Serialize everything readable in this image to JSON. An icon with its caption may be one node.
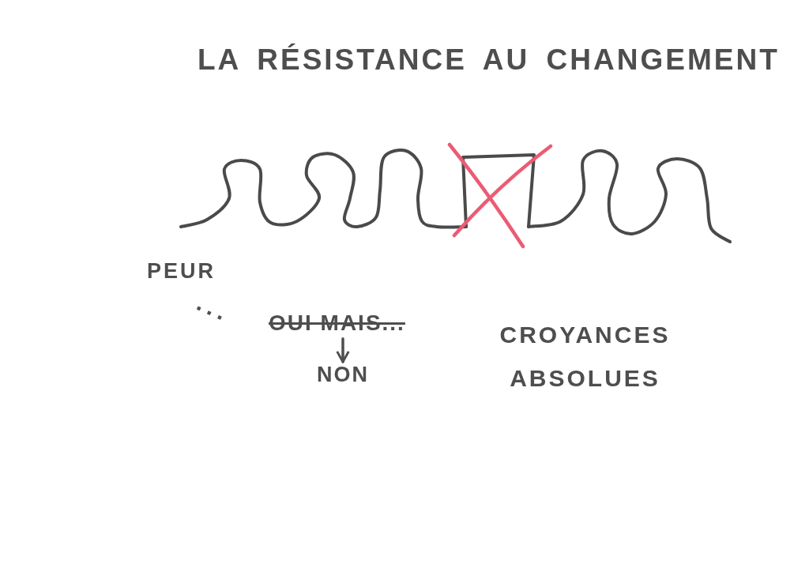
{
  "diagram": {
    "title": "LA RÉSISTANCE AU CHANGEMENT",
    "nodes": [
      {
        "text": [
          "OUI MAIS..."
        ]
      },
      {
        "text": [
          "NON"
        ]
      }
    ],
    "edges": [
      {
        "from": 0,
        "to": 1,
        "arrow": "to"
      }
    ],
    "labels": [
      "PEUR",
      "...",
      "CROYANCES ABSOLUES"
    ]
  }
}
